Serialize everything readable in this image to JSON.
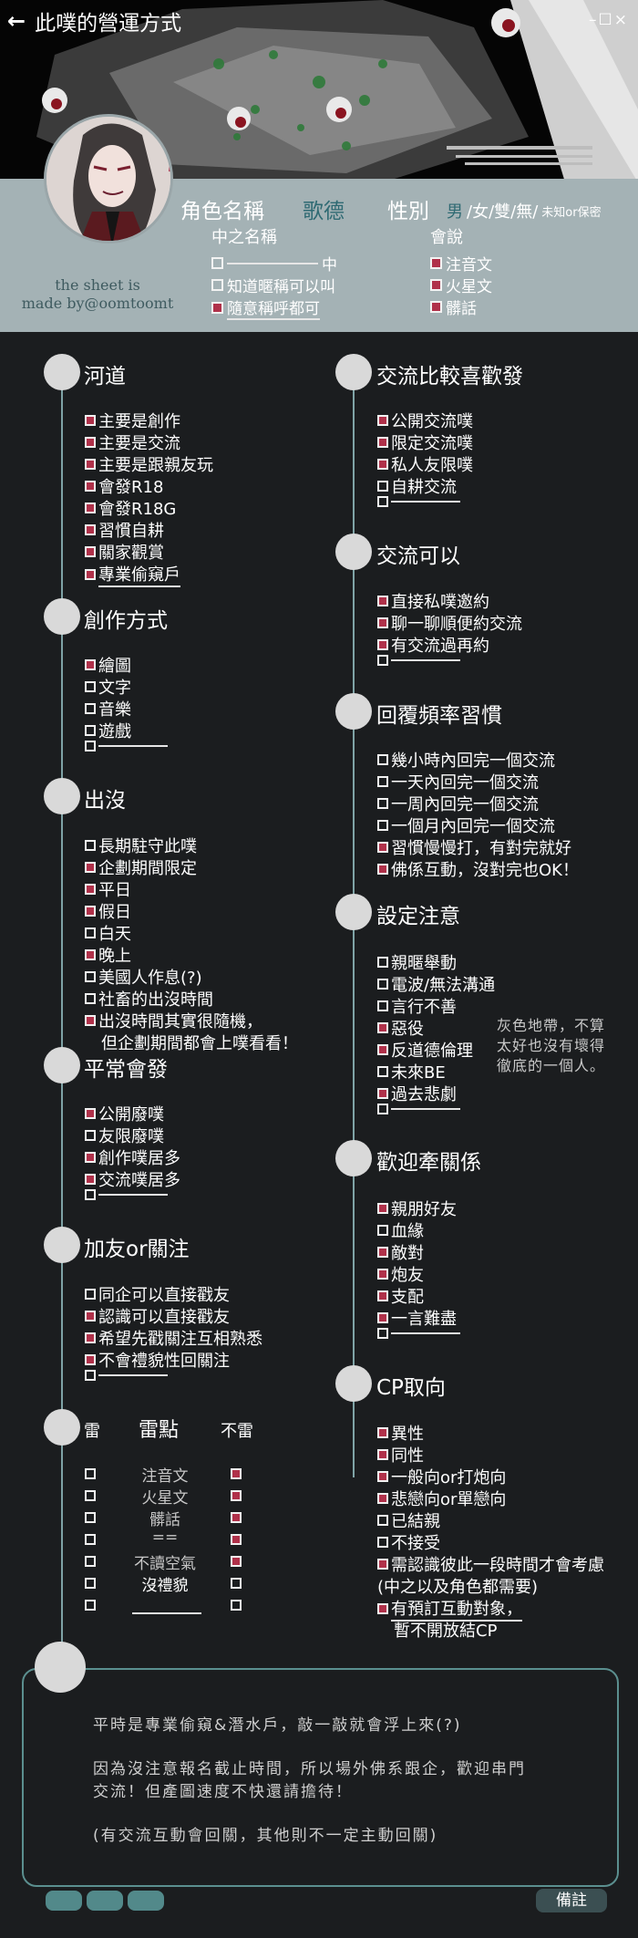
{
  "window": {
    "title": "此噗的營運方式",
    "back_icon": "back-arrow-icon",
    "controls": "–☐×"
  },
  "header": {
    "role_label": "角色名稱",
    "role_value": "歌德",
    "gender_label": "性別",
    "gender_value_1": "男",
    "gender_value_2": "/女/雙/無/",
    "gender_note": "未知or保密",
    "nick_title": "中之名稱",
    "nick_opt1": "中",
    "nick_opt2": "知道暱稱可以叫",
    "nick_opt3": "隨意稱呼都可",
    "lang_title": "會說",
    "lang_opts": [
      "注音文",
      "火星文",
      "髒話"
    ],
    "credit_1": "the sheet is",
    "credit_2": "made by@oomtoomt"
  },
  "sections": {
    "river": {
      "title": "河道",
      "items": [
        "主要是創作",
        "主要是交流",
        "主要是跟親友玩",
        "會發R18",
        "會發R18G",
        "習慣自耕",
        "關家觀賞",
        "專業偷窺戶"
      ]
    },
    "create": {
      "title": "創作方式",
      "items": [
        "繪圖",
        "文字",
        "音樂",
        "遊戲",
        ""
      ]
    },
    "appear": {
      "title": "出沒",
      "items": [
        "長期駐守此噗",
        "企劃期間限定",
        "平日",
        "假日",
        "白天",
        "晚上",
        "美國人作息(?)",
        "社畜的出沒時間",
        "出沒時間其實很隨機，",
        "但企劃期間都會上噗看看！"
      ]
    },
    "plurk": {
      "title": "平常會發",
      "items": [
        "公開廢噗",
        "友限廢噗",
        "創作噗居多",
        "交流噗居多",
        ""
      ]
    },
    "follow": {
      "title": "加友or關注",
      "items": [
        "同企可以直接戳友",
        "認識可以直接戳友",
        "希望先戳關注互相熟悉",
        "不會禮貌性回關注",
        ""
      ]
    },
    "mine": {
      "head_left": "雷",
      "head_mid": "雷點",
      "head_right": "不雷",
      "rows": [
        "注音文",
        "火星文",
        "髒話",
        "==",
        "不讀空氣",
        "沒禮貌",
        ""
      ]
    },
    "prefer": {
      "title": "交流比較喜歡發",
      "items": [
        "公開交流噗",
        "限定交流噗",
        "私人友限噗",
        "自耕交流",
        ""
      ]
    },
    "ok": {
      "title": "交流可以",
      "items": [
        "直接私噗邀約",
        "聊一聊順便約交流",
        "有交流過再約",
        ""
      ]
    },
    "freq": {
      "title": "回覆頻率習慣",
      "items": [
        "幾小時內回完一個交流",
        "一天內回完一個交流",
        "一周內回完一個交流",
        "一個月內回完一個交流",
        "習慣慢慢打，有對完就好",
        "佛係互動，沒對完也OK！"
      ]
    },
    "setting": {
      "title": "設定注意",
      "items": [
        "親暱舉動",
        "電波/無法溝通",
        "言行不善",
        "惡役",
        "反道德倫理",
        "未來BE",
        "過去悲劇",
        ""
      ],
      "side_1": "灰色地帶，不算",
      "side_2": "太好也沒有壞得",
      "side_3": "徹底的一個人。"
    },
    "relation": {
      "title": "歡迎牽關係",
      "items": [
        "親朋好友",
        "血緣",
        "敵對",
        "炮友",
        "支配",
        "一言難盡",
        ""
      ]
    },
    "cp": {
      "title": "CP取向",
      "items": [
        "異性",
        "同性",
        "一般向or打炮向",
        "悲戀向or單戀向",
        "已結親",
        "不接受",
        "需認識彼此一段時間才會考慮"
      ],
      "note": "(中之以及角色都需要)",
      "last_1": "有預訂互動對象，",
      "last_2": "暫不開放結CP"
    }
  },
  "note": {
    "line1": "平時是專業偷窺&潛水戶，敲一敲就會浮上來(?)",
    "line2": "因為沒注意報名截止時間，所以場外佛系跟企，歡迎串門",
    "line3": "交流！但產圖速度不快還請擔待！",
    "line4": "(有交流互動會回關，其他則不一定主動回關)"
  },
  "footer": {
    "remark": "備註"
  },
  "colors": {
    "bg": "#1b1d1f",
    "band": "#a4b2b5",
    "accent": "#b0314a",
    "teal": "#5b8f8f",
    "line": "#7fa3a6"
  }
}
